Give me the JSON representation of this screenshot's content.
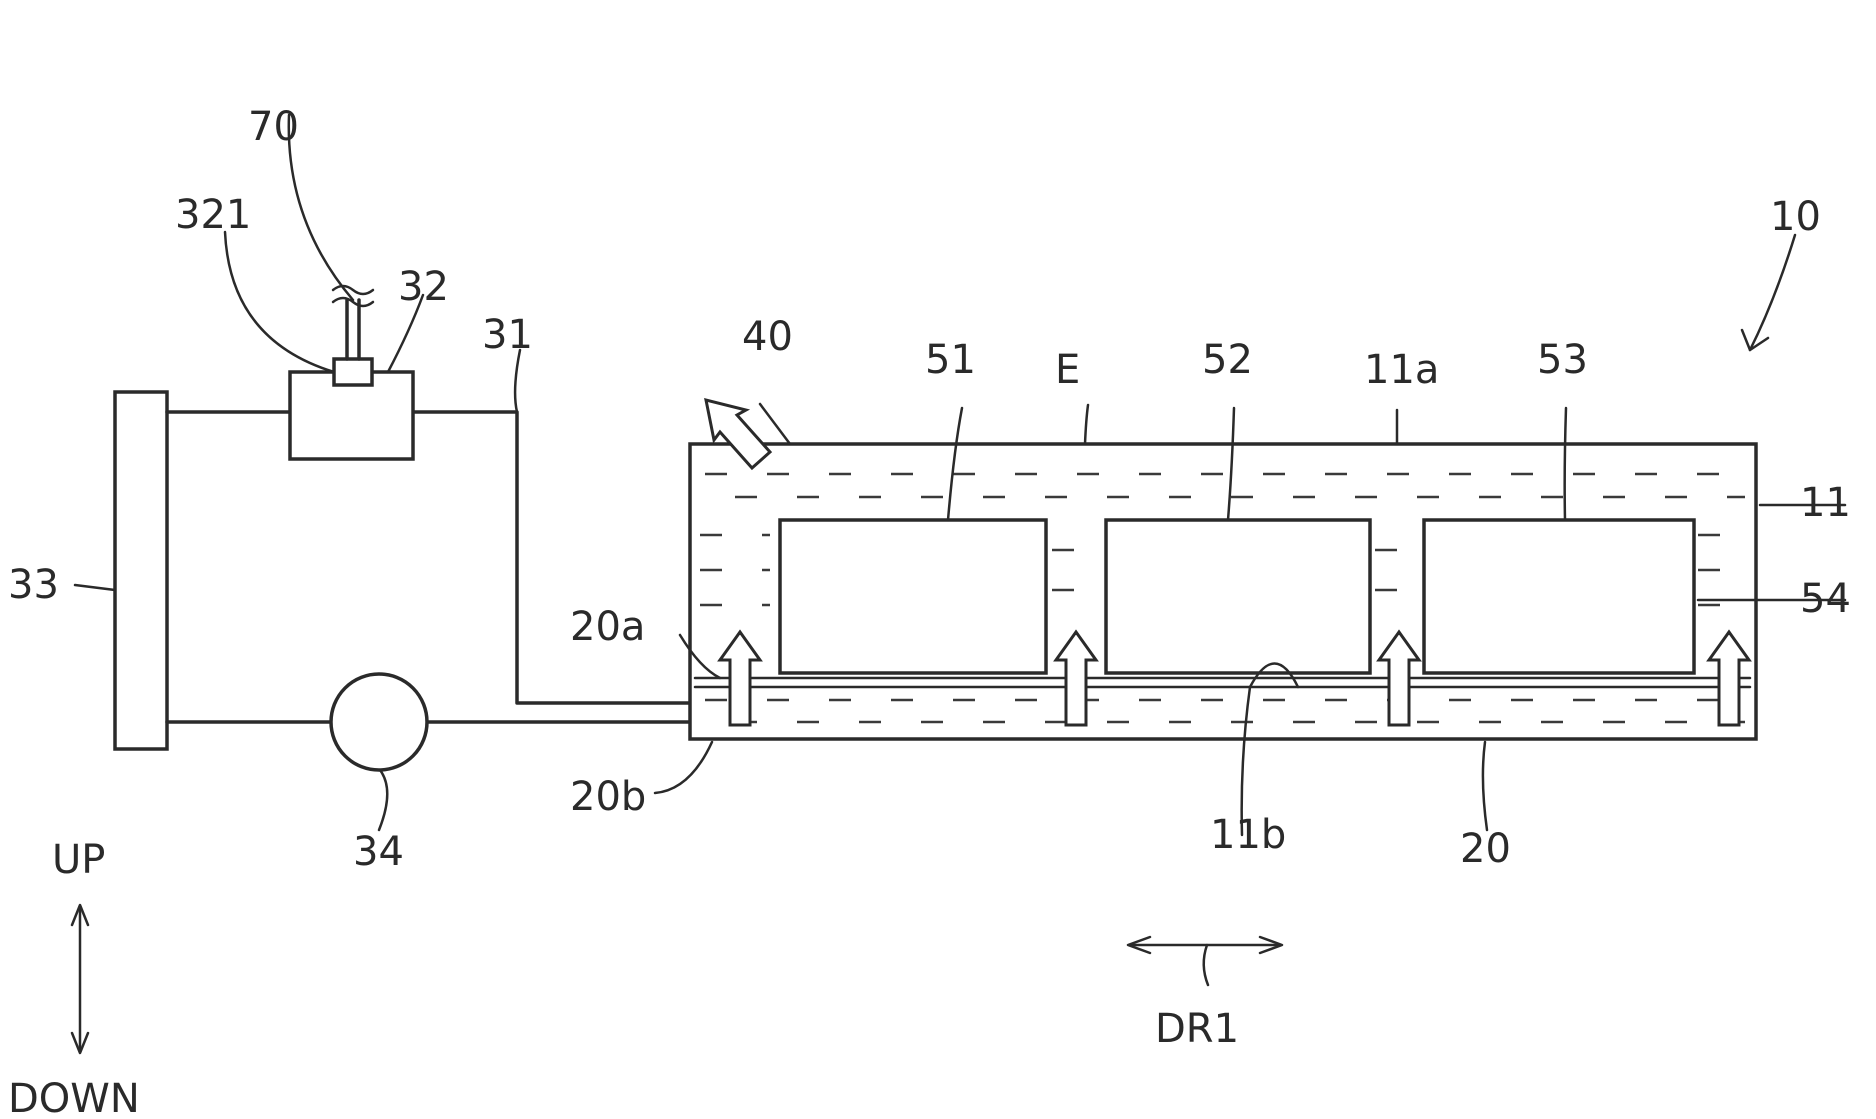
{
  "labels": {
    "system": "10",
    "housing": "11",
    "top_wall": "11a",
    "bottom_gap": "11b",
    "plate": "20",
    "inlet": "20a",
    "outlet": "20b",
    "pipe": "31",
    "valve": "32",
    "valve_part": "321",
    "radiator": "33",
    "pump": "34",
    "vent": "40",
    "cell_1": "51",
    "cell_2": "52",
    "cell_3": "53",
    "spacer": "54",
    "wire": "70",
    "liquid": "E",
    "up": "UP",
    "down": "DOWN",
    "direction": "DR1"
  }
}
